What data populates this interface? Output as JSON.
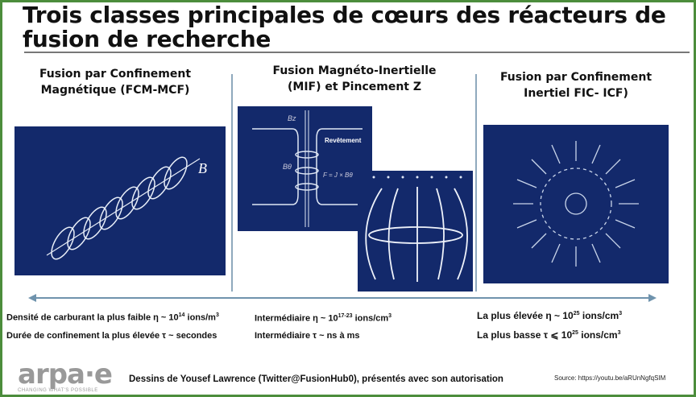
{
  "title": "Trois classes principales de cœurs des réacteurs de fusion de recherche",
  "columns": [
    {
      "heading_line1": "Fusion par Confinement",
      "heading_line2": "Magnétique (FCM-MCF)",
      "vector_label": "B"
    },
    {
      "heading_line1": "Fusion Magnéto-Inertielle",
      "heading_line2": "(MIF) et Pincement Z",
      "panel_label": "Revêtement",
      "eq_label": "F = J × Bθ",
      "bz_label": "Bz",
      "btheta_label": "Bθ"
    },
    {
      "heading_line1": "Fusion par Confinement",
      "heading_line2": "Inertiel FIC- ICF)"
    }
  ],
  "rows": {
    "left_density_prefix": "Densité de carburant la plus faible η ~ 10",
    "left_density_exp": "14",
    "left_density_unit": " ions/m",
    "left_density_unit_exp": "3",
    "left_time": "Durée de confinement la plus élevée τ ~ secondes",
    "mid_density_prefix": "Intermédiaire η ~ 10",
    "mid_density_exp": "17-23",
    "mid_density_unit": " ions/cm",
    "mid_density_unit_exp": "3",
    "mid_time": "Intermédiaire τ ~ ns à ms",
    "right_density_prefix": "La plus élevée η ~ 10",
    "right_density_exp": "25",
    "right_density_unit": " ions/cm",
    "right_density_unit_exp": "3",
    "right_time_prefix": "La plus basse τ ⩽ 10",
    "right_time_exp": "25",
    "right_time_unit": " ions/cm",
    "right_time_unit_exp": "3"
  },
  "footer": {
    "logo_text": "arpa·e",
    "logo_tagline": "CHANGING WHAT'S POSSIBLE",
    "credit": "Dessins de Yousef Lawrence (Twitter@FusionHub0), présentés avec son  autorisation",
    "source": "Source: https://youtu.be/aRUnNgfqSIM"
  },
  "colors": {
    "frame": "#4c8d3c",
    "panel": "#13296b",
    "arrow": "#6f93ad"
  }
}
